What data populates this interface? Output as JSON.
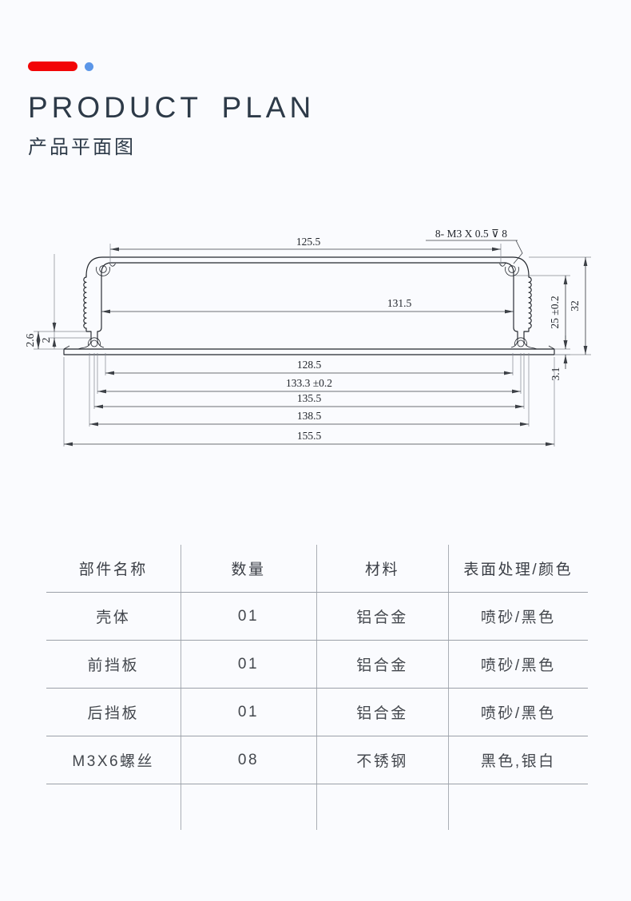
{
  "page": {
    "background": "#fafbfe"
  },
  "header": {
    "accent_bar_color": "#f20506",
    "accent_dot_color": "#5b96e8",
    "title_en": "PRODUCT PLAN",
    "title_zh": "产品平面图"
  },
  "drawing": {
    "thread_note": "8- M3 X 0.5 ⊽ 8",
    "dims": {
      "top_width": "125.5",
      "inner_width": "131.5",
      "bottom_widths": [
        "128.5",
        "133.3 ±0.2",
        "135.5",
        "138.5",
        "155.5"
      ],
      "inner_height": "25 ±0.2",
      "outer_height": "32",
      "flange_thickness": "3.1",
      "left_step_outer": "2.6",
      "left_step_inner": "2"
    }
  },
  "table": {
    "headers": [
      "部件名称",
      "数量",
      "材料",
      "表面处理/颜色"
    ],
    "rows": [
      [
        "壳体",
        "01",
        "铝合金",
        "喷砂/黑色"
      ],
      [
        "前挡板",
        "01",
        "铝合金",
        "喷砂/黑色"
      ],
      [
        "后挡板",
        "01",
        "铝合金",
        "喷砂/黑色"
      ],
      [
        "M3X6螺丝",
        "08",
        "不锈钢",
        "黑色,银白"
      ],
      [
        "",
        "",
        "",
        ""
      ]
    ]
  }
}
